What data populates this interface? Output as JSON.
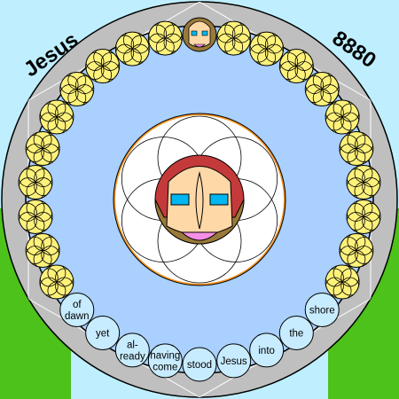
{
  "corner_labels": {
    "left": "Jesus",
    "right": "8880"
  },
  "word_circles": [
    [
      "of",
      "dawn"
    ],
    [
      "yet"
    ],
    [
      "al-",
      "ready"
    ],
    [
      "having",
      "come"
    ],
    [
      "stood"
    ],
    [
      "Jesus"
    ],
    [
      "into"
    ],
    [
      "the"
    ],
    [
      "shore"
    ]
  ],
  "colors": {
    "sky": "#bfefff",
    "grass": "#4cc21b",
    "ring": "#bfbfbf",
    "inner_field": "#a9d0ff",
    "yellow_circle": "#fff27a",
    "word_circle": "#c8ecff",
    "orange": "#f7941d",
    "white": "#ffffff",
    "red": "#c43a3a",
    "olive": "#9a7a3a",
    "skin": "#ffd8a8",
    "cyan_eye": "#00b7ef",
    "pink": "#f78fe6"
  },
  "icons": {
    "face": "face-icon",
    "petal_circle": "trefoil-circle-icon"
  }
}
